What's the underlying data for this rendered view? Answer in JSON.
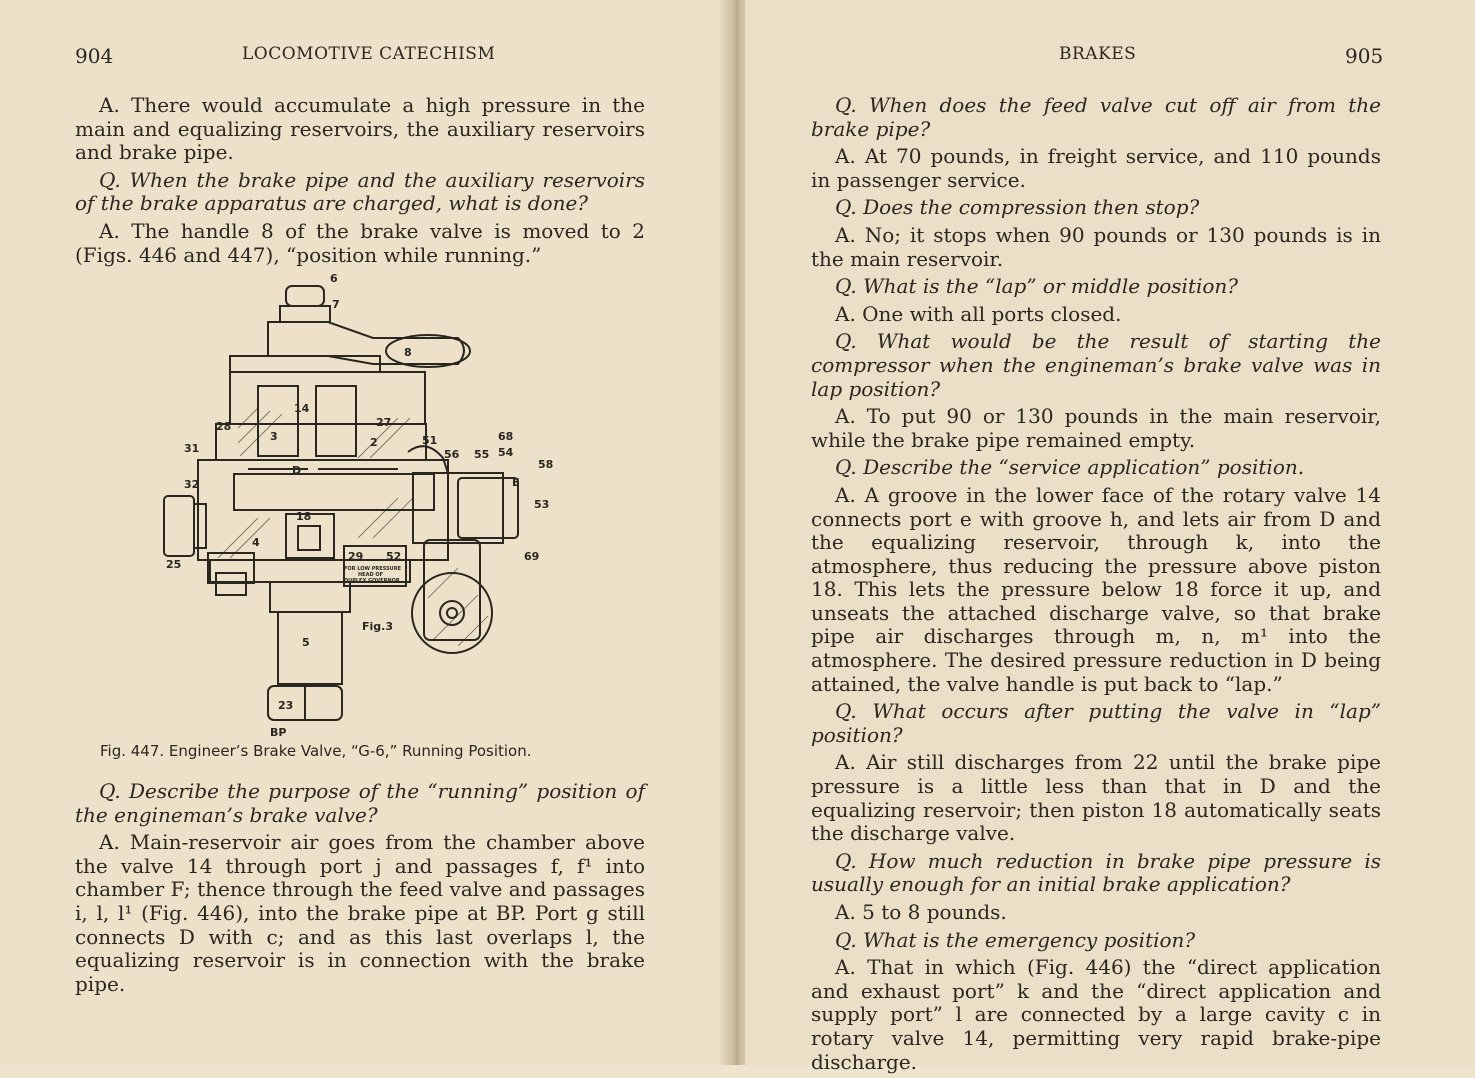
{
  "left": {
    "page_number": "904",
    "running_head": "LOCOMOTIVE CATECHISM",
    "para1_answer": "A. There would accumulate a high pressure in the main and equalizing reservoirs, the auxiliary reservoirs and brake pipe.",
    "q1": "Q. When the brake pipe and the auxiliary reservoirs of the brake apparatus are charged, what is done?",
    "a1": "A. The handle 8 of the brake valve is moved to 2 (Figs. 446 and 447), “position while running.”",
    "figure": {
      "caption": "Fig. 447. Engineer’s Brake Valve, “G-6,” Running Position.",
      "labels": {
        "l6": "6",
        "l7": "7",
        "l8": "8",
        "l14": "14",
        "l28": "28",
        "l27": "27",
        "l3": "3",
        "l2": "2",
        "l31": "31",
        "l51": "51",
        "l56": "56",
        "l55": "55",
        "l54": "54",
        "l68": "68",
        "l58": "58",
        "l32": "32",
        "lD": "D",
        "lE": "E",
        "l53": "53",
        "l18": "18",
        "l4": "4",
        "l29": "29",
        "l52": "52",
        "l25": "25",
        "l69": "69",
        "l5": "5",
        "l23": "23",
        "lBP": "BP",
        "lfig3": "Fig.3",
        "lowpress": "FOR LOW PRESSURE",
        "head": "HEAD OF",
        "duplex": "DUPLEX GOVERNOR"
      }
    },
    "q2": "Q. Describe the purpose of the “running” position of the engineman’s brake valve?",
    "a2": "A. Main-reservoir air goes from the chamber above the valve 14 through port j and passages f, f¹ into chamber F; thence through the feed valve and passages i, l, l¹ (Fig. 446), into the brake pipe at BP. Port g still connects D with c; and as this last overlaps l, the equalizing reservoir is in connection with the brake pipe."
  },
  "right": {
    "page_number": "905",
    "running_head": "BRAKES",
    "q1": "Q. When does the feed valve cut off air from the brake pipe?",
    "a1": "A. At 70 pounds, in freight service, and 110 pounds in passenger service.",
    "q2": "Q. Does the compression then stop?",
    "a2": "A. No; it stops when 90 pounds or 130 pounds is in the main reservoir.",
    "q3": "Q. What is the “lap” or middle position?",
    "a3": "A. One with all ports closed.",
    "q4": "Q. What would be the result of starting the compressor when the engineman’s brake valve was in lap position?",
    "a4": "A. To put 90 or 130 pounds in the main reservoir, while the brake pipe remained empty.",
    "q5": "Q. Describe the “service application” position.",
    "a5": "A. A groove in the lower face of the rotary valve 14 connects port e with groove h, and lets air from D and the equalizing reservoir, through k, into the atmosphere, thus reducing the pressure above piston 18. This lets the pressure below 18 force it up, and unseats the attached discharge valve, so that brake pipe air discharges through m, n, m¹ into the atmosphere. The desired pressure reduction in D being attained, the valve handle is put back to “lap.”",
    "q6": "Q. What occurs after putting the valve in “lap” position?",
    "a6": "A. Air still discharges from 22 until the brake pipe pressure is a little less than that in D and the equalizing reservoir; then piston 18 automatically seats the discharge valve.",
    "q7": "Q. How much reduction in brake pipe pressure is usually enough for an initial brake application?",
    "a7": "A. 5 to 8 pounds.",
    "q8": "Q. What is the emergency position?",
    "a8": "A. That in which (Fig. 446) the “direct application and exhaust port” k and the “direct application and supply port” l are connected by a large cavity c in rotary valve 14, permitting very rapid brake-pipe discharge."
  }
}
